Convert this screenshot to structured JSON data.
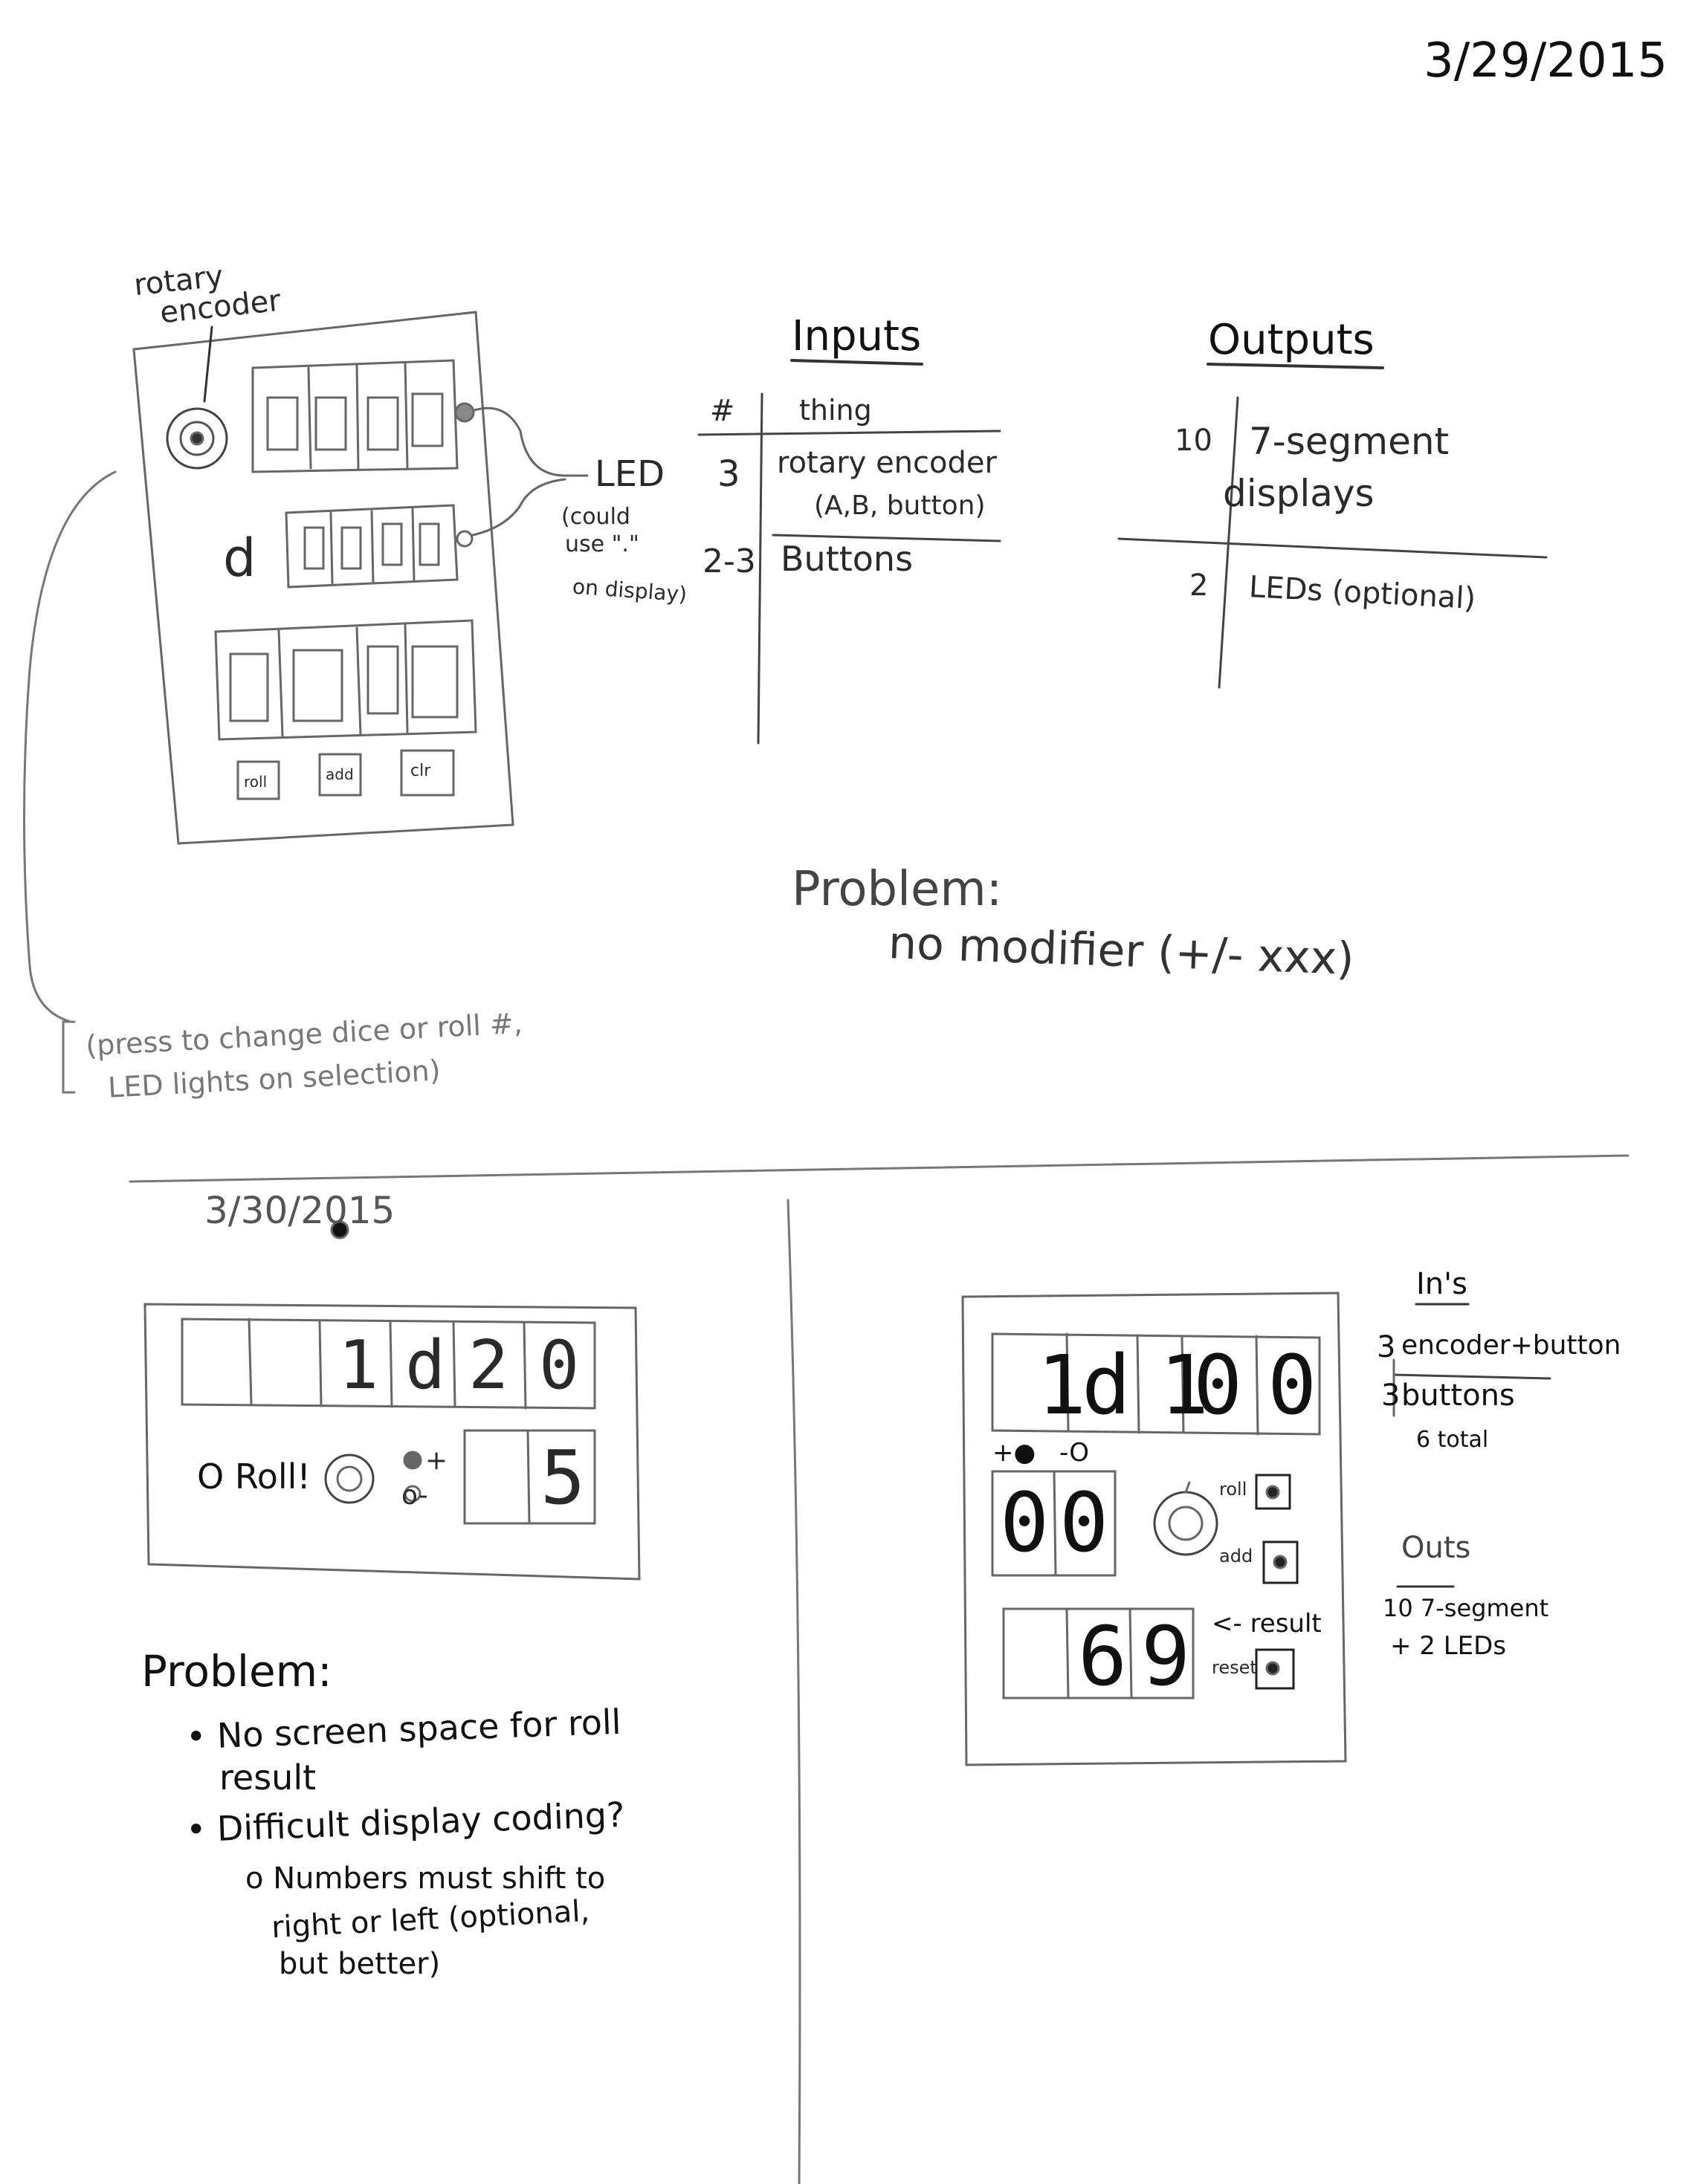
{
  "page": {
    "date_top": "3/29/2015",
    "date_bottom": "3/30/2015"
  },
  "sketch1": {
    "rotary_label_1": "rotary",
    "rotary_label_2": "encoder",
    "d_label": "d",
    "buttons": [
      "roll",
      "add",
      "clr"
    ],
    "led_label": "LED",
    "led_note": [
      "(could",
      "use \".\"",
      "on display)"
    ],
    "callout": [
      "(press to change dice or roll #,",
      "LED lights on selection)"
    ]
  },
  "inputs_table": {
    "title": "Inputs",
    "header": [
      "#",
      "thing"
    ],
    "rows": [
      {
        "count": "3",
        "thing": [
          "rotary encoder",
          "(A,B, button)"
        ]
      },
      {
        "count": "2-3",
        "thing": [
          "Buttons"
        ]
      }
    ]
  },
  "outputs_table": {
    "title": "Outputs",
    "rows": [
      {
        "count": "10",
        "thing": [
          "7-segment",
          "displays"
        ]
      },
      {
        "count": "2",
        "thing": [
          "LEDs (optional)"
        ]
      }
    ]
  },
  "problem1": {
    "title": "Problem:",
    "text": "no modifier (+/- xxx)"
  },
  "sketch2": {
    "display_digits": [
      "",
      "",
      "1",
      "d",
      "2",
      "0"
    ],
    "roll_label": "O Roll!",
    "plus_label": "+",
    "minus_label": "o-",
    "modifier_digit": "5"
  },
  "problem2": {
    "title": "Problem:",
    "bullets": [
      {
        "text": [
          "• No screen space for roll",
          "result"
        ]
      },
      {
        "text": [
          "• Difficult display coding?"
        ]
      },
      {
        "text": [
          "o Numbers must shift to",
          "right or left (optional,",
          "but better)"
        ]
      }
    ]
  },
  "sketch3": {
    "top_digits": [
      "1",
      "d",
      "1",
      "0",
      "0"
    ],
    "mod_labels": [
      "+●",
      "-O"
    ],
    "mod_digits": [
      "0",
      "0"
    ],
    "result_digits": [
      "",
      "6",
      "9"
    ],
    "roll_label": "roll",
    "add_label": "add",
    "result_label": "<- result",
    "reset_label": "reset"
  },
  "ins": {
    "title": "In's",
    "rows": [
      {
        "count": "3",
        "thing": "encoder+button"
      },
      {
        "count": "3",
        "thing": "buttons"
      }
    ],
    "total": "6 total"
  },
  "outs": {
    "title": "Outs",
    "lines": [
      "10 7-segment",
      "+ 2 LEDs"
    ]
  }
}
